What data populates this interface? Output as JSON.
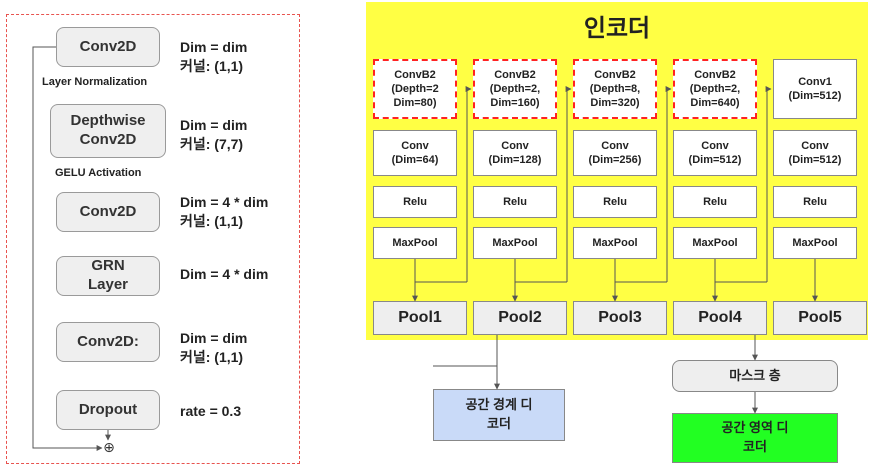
{
  "left": {
    "blocks": [
      {
        "label": "Conv2D",
        "note1": "Dim = dim",
        "note2": "커널: (1,1)"
      },
      {
        "label": "Depthwise Conv2D",
        "note1": "Dim = dim",
        "note2": "커널: (7,7)"
      },
      {
        "label": "Conv2D",
        "note1": "Dim = 4 * dim",
        "note2": "커널: (1,1)"
      },
      {
        "label": "GRN Layer",
        "note1": "Dim = 4 * dim",
        "note2": ""
      },
      {
        "label": "Conv2D:",
        "note1": "Dim = dim",
        "note2": "커널: (1,1)"
      },
      {
        "label": "Dropout",
        "note1": "rate = 0.3",
        "note2": ""
      }
    ],
    "between_labels": [
      "Layer Normalization",
      "GELU Activation"
    ],
    "add_symbol": "⊕"
  },
  "encoder": {
    "title": "인코더",
    "columns": [
      {
        "top": "ConvB2 (Depth=2 Dim=80)",
        "conv": "Conv (Dim=64)",
        "relu": "Relu",
        "maxpool": "MaxPool",
        "pool": "Pool1"
      },
      {
        "top": "ConvB2 (Depth=2, Dim=160)",
        "conv": "Conv (Dim=128)",
        "relu": "Relu",
        "maxpool": "MaxPool",
        "pool": "Pool2"
      },
      {
        "top": "ConvB2 (Depth=8, Dim=320)",
        "conv": "Conv (Dim=256)",
        "relu": "Relu",
        "maxpool": "MaxPool",
        "pool": "Pool3"
      },
      {
        "top": "ConvB2 (Depth=2, Dim=640)",
        "conv": "Conv (Dim=512)",
        "relu": "Relu",
        "maxpool": "MaxPool",
        "pool": "Pool4"
      },
      {
        "top": "Conv1 (Dim=512)",
        "conv": "Conv (Dim=512)",
        "relu": "Relu",
        "maxpool": "MaxPool",
        "pool": "Pool5"
      }
    ]
  },
  "decoders": {
    "boundary": "공간 경계 디코더",
    "mask_layer": "마스크 층",
    "region": "공간 영역 디코더"
  },
  "colors": {
    "encoder_bg": "#ffff44",
    "boundary_bg": "#c9daf8",
    "region_bg": "#22ff22",
    "dashed_red": "#ff2222"
  }
}
